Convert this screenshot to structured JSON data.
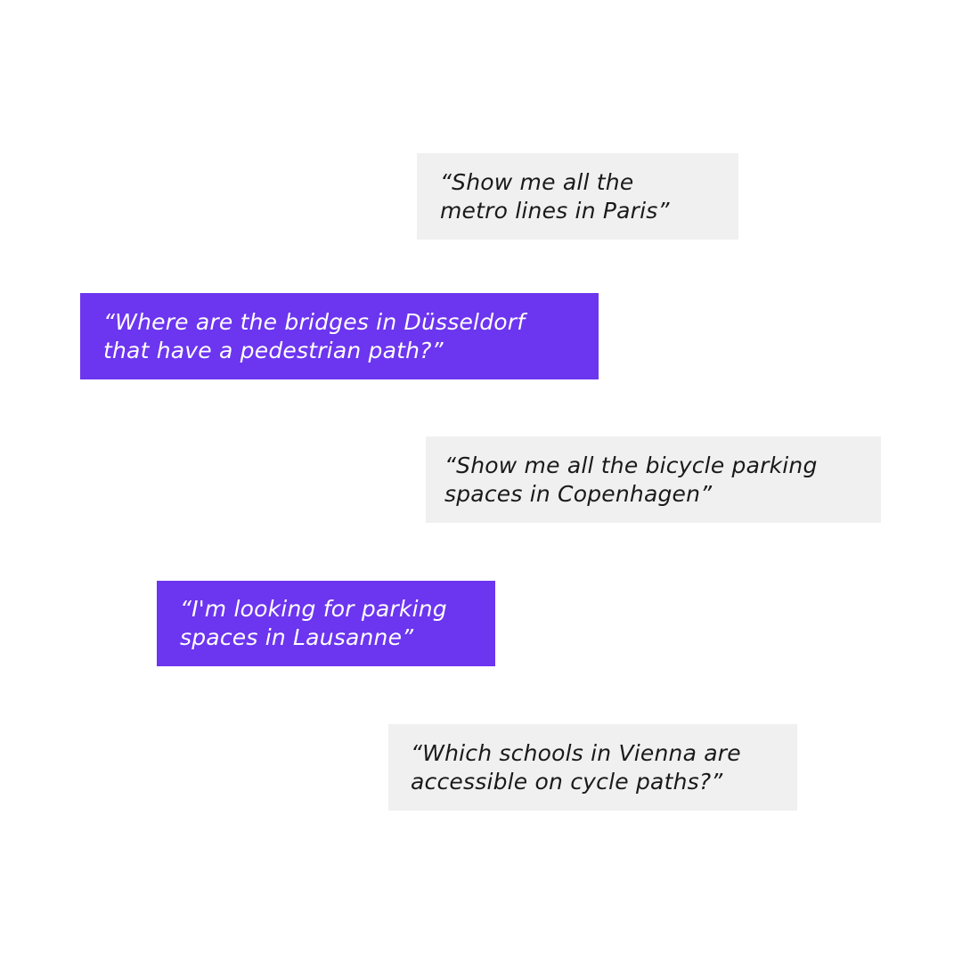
{
  "queries": [
    {
      "style": "grey",
      "lines": [
        "“Show me all the",
        "metro lines in Paris”"
      ]
    },
    {
      "style": "purple",
      "lines": [
        "“Where are the bridges in Düsseldorf",
        "that have a pedestrian path?”"
      ]
    },
    {
      "style": "grey",
      "lines": [
        "“Show me all the bicycle parking",
        "spaces in Copenhagen”"
      ]
    },
    {
      "style": "purple",
      "lines": [
        "“I'm looking for parking",
        "spaces in Lausanne”"
      ]
    },
    {
      "style": "grey",
      "lines": [
        "“Which schools in Vienna are",
        "accessible on cycle paths?”"
      ]
    }
  ],
  "colors": {
    "grey_bubble": "#f0f0f0",
    "grey_text": "#1a1a1a",
    "purple_bubble": "#6c35ef",
    "purple_text": "#ffffff",
    "background": "#ffffff"
  }
}
